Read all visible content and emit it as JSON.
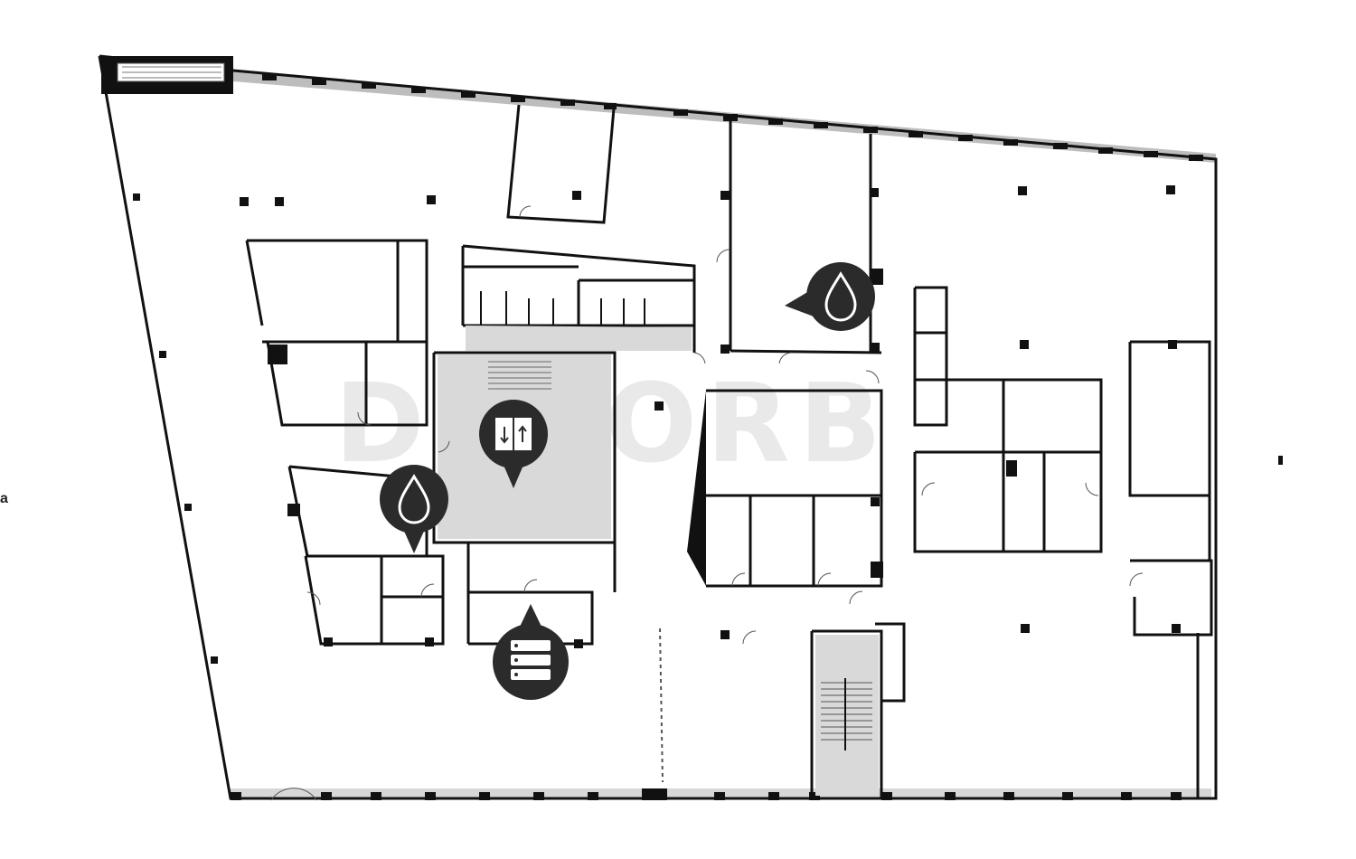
{
  "side_text": "a",
  "watermark_text": "DEKORB",
  "colors": {
    "wall": "#111111",
    "window_band": "#bdbdbd",
    "core_fill": "#d9d9d9",
    "marker_fill": "#2b2b2b",
    "marker_icon": "#ffffff",
    "watermark": "#e6e6e6"
  },
  "markers": [
    {
      "name": "water-marker-north",
      "icon": "water-drop-icon"
    },
    {
      "name": "elevator-marker",
      "icon": "elevator-icon"
    },
    {
      "name": "water-marker-west",
      "icon": "water-drop-icon"
    },
    {
      "name": "server-marker",
      "icon": "server-rack-icon"
    }
  ]
}
